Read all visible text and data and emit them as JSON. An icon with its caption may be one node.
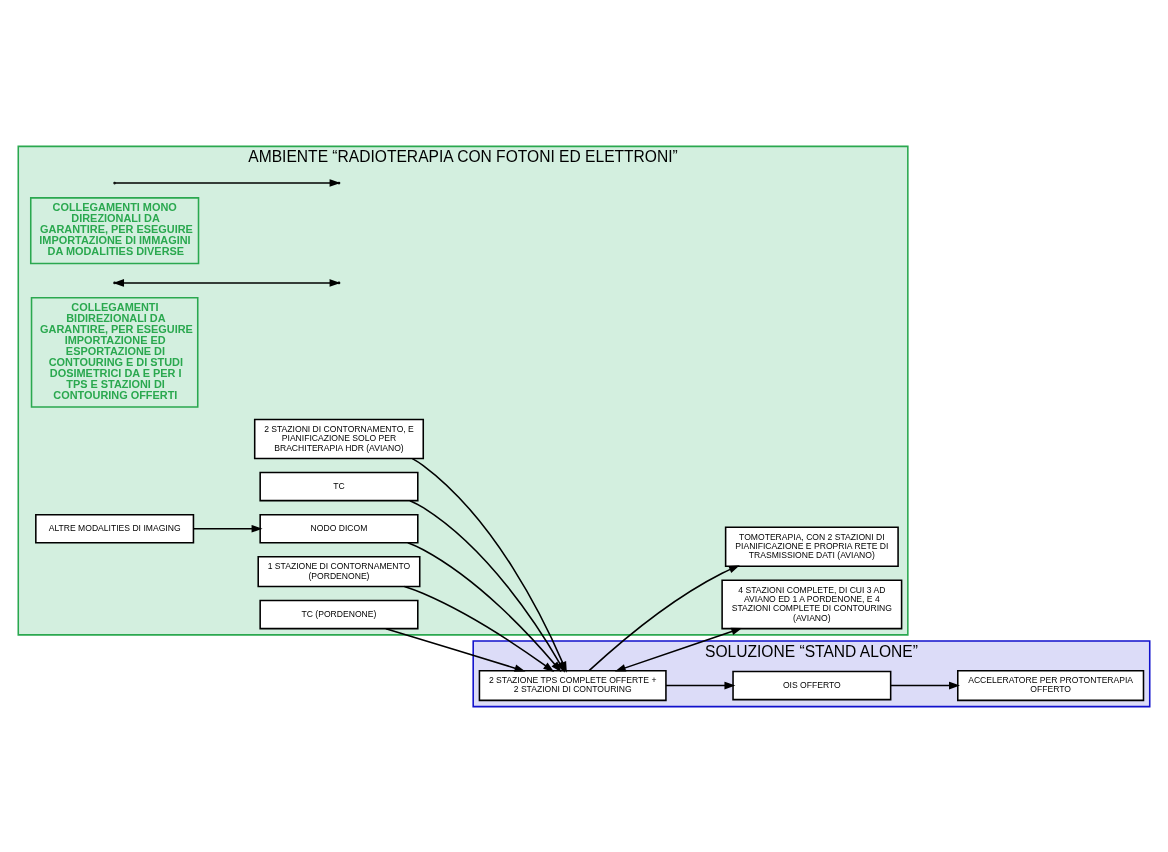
{
  "diagram": {
    "nodes": [
      {
        "text": [
          "SOLUZIONE “STAND ALONE”"
        ]
      },
      {
        "text": [
          "ACCELERATORE PER PROTONTERAPIA OFFERTO"
        ],
        "in": 0
      },
      {
        "text": [
          "OIS OFFERTO"
        ],
        "in": 0
      },
      {
        "text": [
          "2 STAZIONE TPS COMPLETE OFFERTE + 2 STAZIONI DI CONTOURING"
        ],
        "in": 0
      },
      {
        "text": [
          "AMBIENTE “RADIOTERAPIA CON FOTONI ED ELETTRONI”"
        ]
      },
      {
        "text": [
          "TOMOTERAPIA, CON 2 STAZIONI DI PIANIFICAZIONE E PROPRIA RETE DI TRASMISSIONE DATI (AVIANO)"
        ],
        "in": 4
      },
      {
        "text": [
          "2 STAZIONI DI CONTORNAMENTO, E PIANIFICAZIONE SOLO PER BRACHITERAPIA HDR (AVIANO)"
        ],
        "in": 4
      },
      {
        "text": [
          "TC"
        ],
        "in": 4
      },
      {
        "text": [
          "4 STAZIONI COMPLETE, DI CUI 3 AD AVIANO ED 1 A PORDENONE, E 4 STAZIONI COMPLETE DI CONTOURING (AVIANO)"
        ],
        "in": 4
      },
      {
        "text": [
          "NODO DICOM"
        ],
        "in": 4
      },
      {
        "text": [
          "ALTRE MODALITIES DI IMAGING"
        ],
        "in": 4
      },
      {
        "text": [
          "1 STAZIONE DI CONTORNAMENTO (PORDENONE)"
        ],
        "in": 4
      },
      {
        "text": [
          "TC (PORDENONE)"
        ],
        "in": 4
      }
    ],
    "edges": [
      {
        "from": 3,
        "to": 2,
        "arrow": "to"
      },
      {
        "from": 2,
        "to": 1,
        "arrow": "to"
      },
      {
        "from": 3,
        "to": 5,
        "arrow": "to"
      },
      {
        "from": 6,
        "to": 3,
        "arrow": "to"
      },
      {
        "from": 7,
        "to": 3,
        "arrow": "to"
      },
      {
        "from": 3,
        "to": 8,
        "arrow": "both"
      },
      {
        "from": 9,
        "to": 3,
        "arrow": "to"
      },
      {
        "from": 10,
        "to": 9,
        "arrow": "to"
      },
      {
        "from": 11,
        "to": 3,
        "arrow": "to"
      },
      {
        "from": 12,
        "to": 3,
        "arrow": "to"
      }
    ],
    "legend": [
      {
        "text": "COLLEGAMENTI MONO DIREZIONALI DA GARANTIRE, PER ESEGUIRE IMPORTAZIONE DI IMMAGINI DA MODALITIES DIVERSE"
      },
      {
        "text": "COLLEGAMENTI BIDIREZIONALI DA GARANTIRE, PER ESEGUIRE IMPORTAZIONE ED ESPORTAZIONE DI CONTOURING E DI STUDI DOSIMETRICI DA E PER I TPS E STAZIONI DI CONTOURING OFFERTI"
      }
    ]
  }
}
